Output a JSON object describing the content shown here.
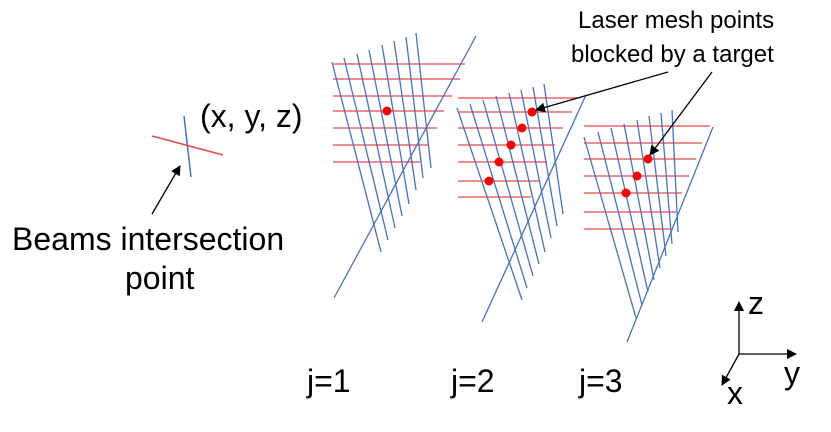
{
  "labels": {
    "coordinate": "(x, y, z)",
    "beams_line1": "Beams intersection",
    "beams_line2": "point",
    "mesh_line1": "Laser mesh points",
    "mesh_line2": "blocked by a target",
    "mesh_j1": "j=1",
    "mesh_j2": "j=2",
    "mesh_j3": "j=3",
    "axis_z": "z",
    "axis_y": "y",
    "axis_x": "x"
  },
  "colors": {
    "blue_beam": "#4472C4",
    "red_beam": "#E8484A",
    "blocked_point": "#FF0000",
    "annotation": "#000000"
  }
}
